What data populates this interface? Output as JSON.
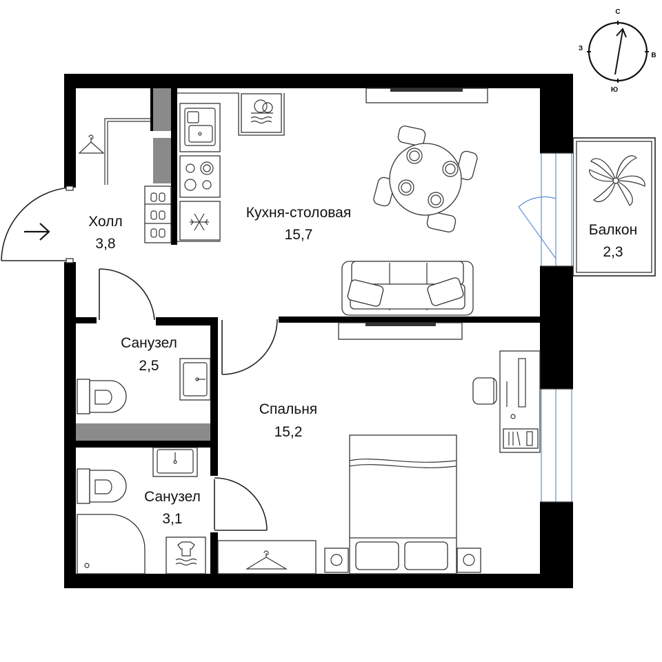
{
  "compass": {
    "north": "С",
    "south": "Ю",
    "west": "З",
    "east": "В"
  },
  "rooms": [
    {
      "id": "hall",
      "name": "Холл",
      "area": "3,8"
    },
    {
      "id": "kitchen",
      "name": "Кухня-столовая",
      "area": "15,7"
    },
    {
      "id": "balcony",
      "name": "Балкон",
      "area": "2,3"
    },
    {
      "id": "bath1",
      "name": "Санузел",
      "area": "2,5"
    },
    {
      "id": "bedroom",
      "name": "Спальня",
      "area": "15,2"
    },
    {
      "id": "bath2",
      "name": "Санузел",
      "area": "3,1"
    }
  ],
  "icons": {
    "entrance": "entrance-arrow-icon",
    "hanger": "hanger-icon",
    "shoes": "shoes-icon",
    "sink": "sink-icon",
    "stove": "stove-icon",
    "fridge": "snowflake-icon",
    "dishwasher": "dishwasher-icon",
    "washer": "washing-machine-icon",
    "plant": "plant-icon"
  }
}
